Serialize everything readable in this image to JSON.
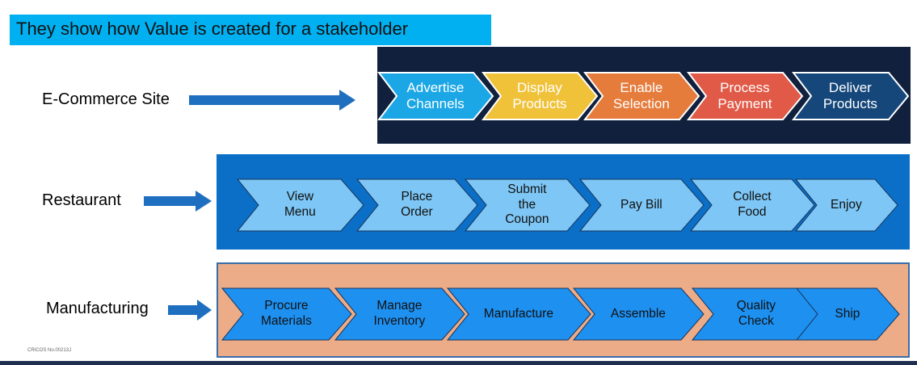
{
  "title": "They show how Value is created for a stakeholder",
  "rows": [
    {
      "label": "E-Commerce Site",
      "steps": [
        {
          "text": [
            "Advertise",
            "Channels"
          ],
          "color": "#1ba7e6"
        },
        {
          "text": [
            "Display",
            "Products"
          ],
          "color": "#f0c23a"
        },
        {
          "text": [
            "Enable",
            "Selection"
          ],
          "color": "#e67c3c"
        },
        {
          "text": [
            "Process",
            "Payment"
          ],
          "color": "#e05a47"
        },
        {
          "text": [
            "Deliver",
            "Products"
          ],
          "color": "#15477a"
        }
      ]
    },
    {
      "label": "Restaurant",
      "steps": [
        {
          "text": [
            "View",
            "Menu"
          ]
        },
        {
          "text": [
            "Place",
            "Order"
          ]
        },
        {
          "text": [
            "Submit",
            "the",
            "Coupon"
          ]
        },
        {
          "text": [
            "Pay Bill"
          ]
        },
        {
          "text": [
            "Collect",
            "Food"
          ]
        },
        {
          "text": [
            "Enjoy"
          ]
        }
      ]
    },
    {
      "label": "Manufacturing",
      "steps": [
        {
          "text": [
            "Procure",
            "Materials"
          ]
        },
        {
          "text": [
            "Manage",
            "Inventory"
          ]
        },
        {
          "text": [
            "Manufacture"
          ]
        },
        {
          "text": [
            "Assemble"
          ]
        },
        {
          "text": [
            "Quality",
            "Check"
          ]
        },
        {
          "text": [
            "Ship"
          ]
        }
      ]
    }
  ],
  "footer_text": "CRICOS No.00213J",
  "colors": {
    "title_bg": "#00b0f0",
    "pointer_arrow": "#1f6fc0",
    "ecommerce_panel": "#10203d",
    "restaurant_panel": "#0b6fc7",
    "restaurant_chevron": "#7dc6f5",
    "manufacturing_panel": "#ecac88",
    "manufacturing_border": "#3a6da8",
    "manufacturing_chevron": "#1e90f0"
  }
}
